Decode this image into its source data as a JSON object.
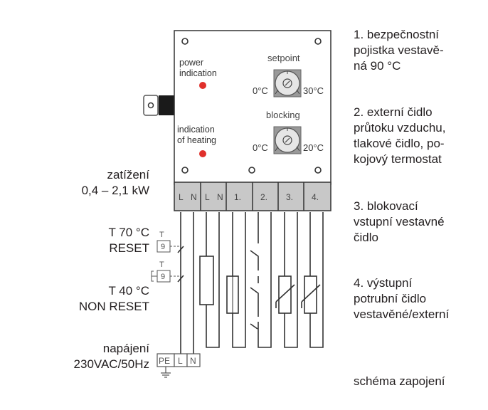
{
  "device": {
    "power_indication": [
      "power",
      "indication"
    ],
    "heating_indication": [
      "indication",
      "of heating"
    ],
    "setpoint": {
      "label": "setpoint",
      "min": "0°C",
      "max": "30°C"
    },
    "blocking": {
      "label": "blocking",
      "min": "0°C",
      "max": "20°C"
    },
    "led_color": "#e0302b",
    "terminals": [
      "L",
      "N",
      "L",
      "N",
      "1.",
      "2.",
      "3.",
      "4."
    ]
  },
  "left_labels": {
    "load": [
      "zatížení",
      "0,4 – 2,1 kW"
    ],
    "t70": [
      "T 70 °C",
      "RESET"
    ],
    "t40": [
      "T 40 °C",
      "NON RESET"
    ],
    "supply": [
      "napájení",
      "230VAC/50Hz"
    ]
  },
  "thermostat_symbol": {
    "letter": "T",
    "glyph": "9"
  },
  "supply_terminals": [
    "PE",
    "L",
    "N"
  ],
  "legend": {
    "item1": [
      "1. bezpečnostní",
      "pojistka vestavě-",
      "ná 90 °C"
    ],
    "item2": [
      "2. externí čidlo",
      "průtoku vzduchu,",
      "tlakové čidlo, po-",
      "kojový termostat"
    ],
    "item3": [
      "3. blokovací",
      "vstupní vestavné",
      "čidlo"
    ],
    "item4": [
      "4. výstupní",
      "potrubní čidlo",
      "vestavěné/externí"
    ],
    "caption": "schéma zapojení"
  }
}
